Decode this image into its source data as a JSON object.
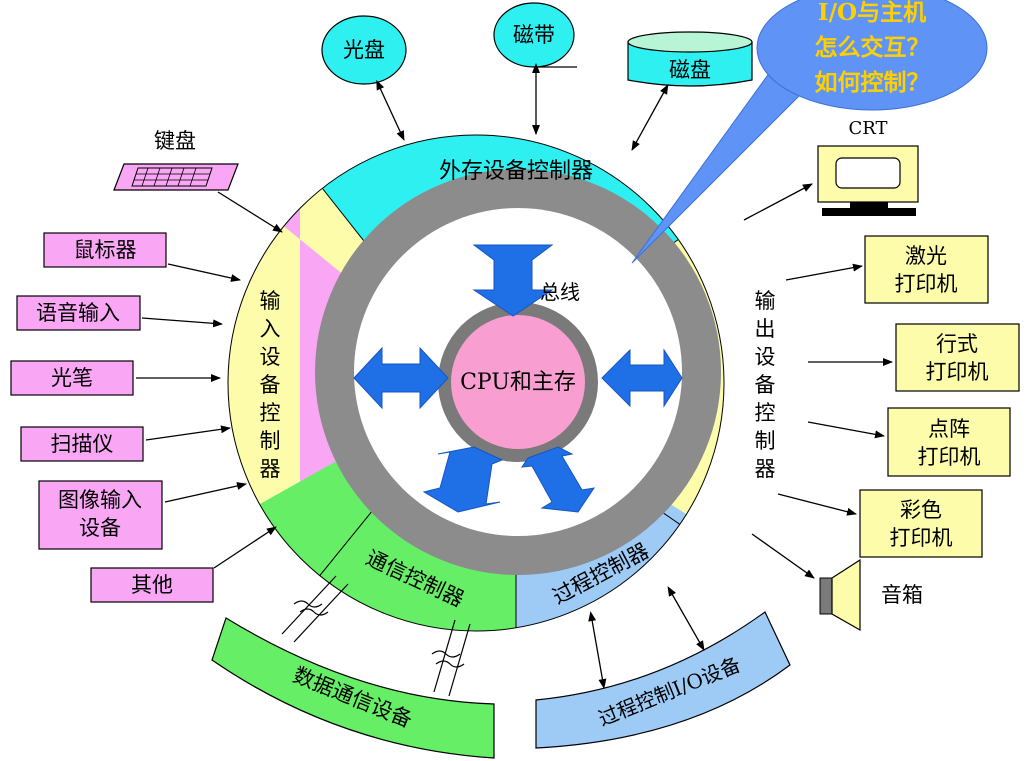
{
  "callout": {
    "line1": "I/O与主机",
    "line2": "怎么交互？",
    "line3": "如何控制？"
  },
  "center": {
    "label": "CPU和主存"
  },
  "bus": {
    "label": "总线"
  },
  "ring": {
    "storage_ctrl": "外存设备控制器",
    "input_ctrl": [
      "输",
      "入",
      "设",
      "备",
      "控",
      "制",
      "器"
    ],
    "output_ctrl": [
      "输",
      "出",
      "设",
      "备",
      "控",
      "制",
      "器"
    ],
    "comm_ctrl": "通信控制器",
    "process_ctrl": "过程控制器"
  },
  "storage_devices": {
    "optical_disc": "光盘",
    "tape": "磁带",
    "disk": "磁盘"
  },
  "input_devices": {
    "keyboard": "键盘",
    "mouse": "鼠标器",
    "voice_input": "语音输入",
    "light_pen": "光笔",
    "scanner": "扫描仪",
    "image_input_line1": "图像输入",
    "image_input_line2": "设备",
    "other": "其他"
  },
  "output_devices": {
    "crt": "CRT",
    "laser_printer": [
      "激光",
      "打印机"
    ],
    "line_printer": [
      "行式",
      "打印机"
    ],
    "dot_matrix_printer": [
      "点阵",
      "打印机"
    ],
    "color_printer": [
      "彩色",
      "打印机"
    ],
    "speaker": "音箱"
  },
  "bottom": {
    "data_comm_device": "数据通信设备",
    "process_io_device": "过程控制I/O设备"
  },
  "colors": {
    "cyan": "#2ef0f0",
    "magenta": "#f9a6f5",
    "yellow": "#fcfcaa",
    "green": "#66ee66",
    "light_blue": "#9ecbf5",
    "gray_ring": "#8c8c8c",
    "center_pink": "#f99ed0",
    "arrow_blue": "#1f6fe6"
  }
}
